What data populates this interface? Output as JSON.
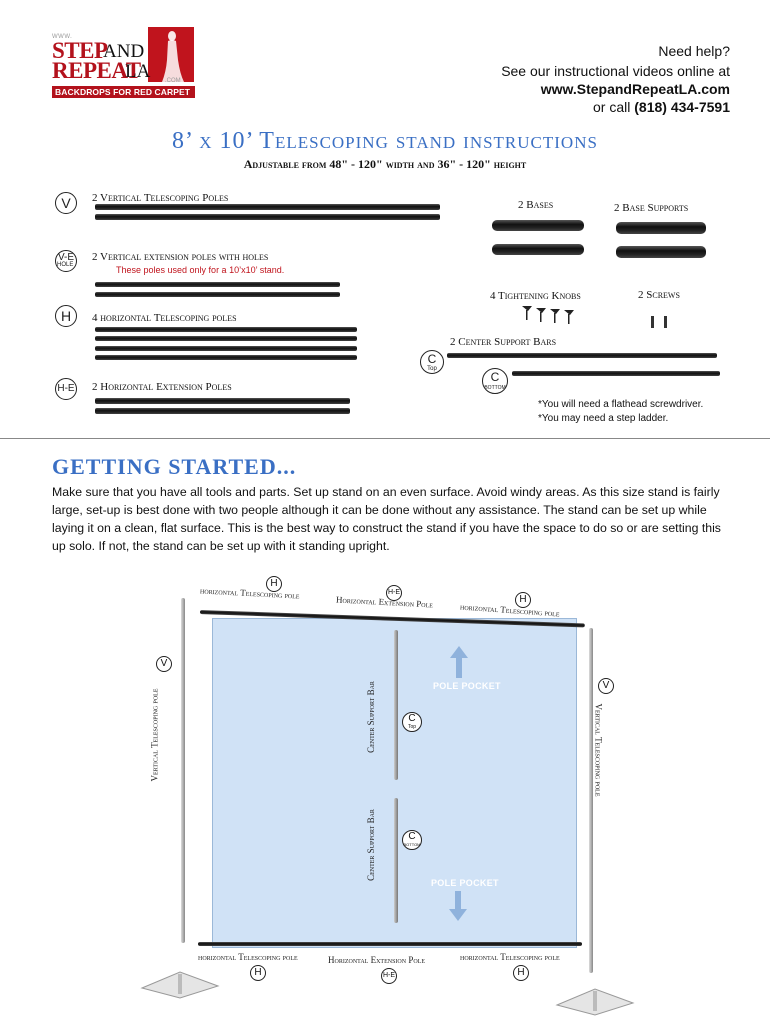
{
  "logo": {
    "www": "WWW.",
    "step": "STEP",
    "and": "AND",
    "repeat": "REPEAT",
    "la": "LA",
    "com": ".COM",
    "tagline": "BACKDROPS FOR RED CARPET EVENTS"
  },
  "help": {
    "line1": "Need help?",
    "line2": "See our instructional videos online at",
    "url": "www.StepandRepeatLA.com",
    "call_prefix": "or call",
    "phone": "(818) 434-7591"
  },
  "title": "8’ x 10’ Telescoping stand instructions",
  "subtitle": "Adjustable from 48\" - 120\" width and 36\" - 120\" height",
  "parts": {
    "v": {
      "code": "V",
      "label": "2 Vertical Telescoping Poles"
    },
    "ve": {
      "code": "V-E",
      "hole": "HOLE",
      "label": "2 Vertical extension poles with holes",
      "note": "These poles used only for a 10’x10’ stand."
    },
    "h": {
      "code": "H",
      "label": "4 horizontal Telescoping poles"
    },
    "he": {
      "code": "H-E",
      "label": "2  Horizontal Extension Poles"
    },
    "bases": "2 Bases",
    "base_supports": "2 Base Supports",
    "knobs": "4 Tightening Knobs",
    "screws": "2 Screws",
    "center_bars": "2 Center Support Bars",
    "c_top_code": "C",
    "c_top": "Top",
    "c_bottom_code": "C",
    "c_bottom": "BOTTOM",
    "note1": "*You will need a flathead screwdriver.",
    "note2": "*You may need a step ladder."
  },
  "getting_started": {
    "title": "GETTING STARTED...",
    "text": "Make sure that you have all tools and parts. Set up stand on an even surface. Avoid windy areas. As this size stand is fairly large, set-up is best done with two people although it can be done without any assistance. The stand can be set up while laying it on a clean, flat surface. This is the best way to construct the stand if you have the space to do so or are setting this up solo. If not, the stand can be set up with it standing upright."
  },
  "diagram": {
    "h": "H",
    "he": "H-E",
    "v": "V",
    "c": "C",
    "top": "Top",
    "bottom": "BOTTOM",
    "horiz_pole": "horizontal Telescoping pole",
    "horiz_ext": "Horizontal Extension Pole",
    "vert_pole": "Vertical Telescoping pole",
    "center_bar": "Center Support Bar",
    "pole_pocket": "POLE POCKET"
  },
  "colors": {
    "brand_red": "#c0141d",
    "title_blue": "#3a6fc4",
    "banner_blue": "#a6c6ec"
  }
}
